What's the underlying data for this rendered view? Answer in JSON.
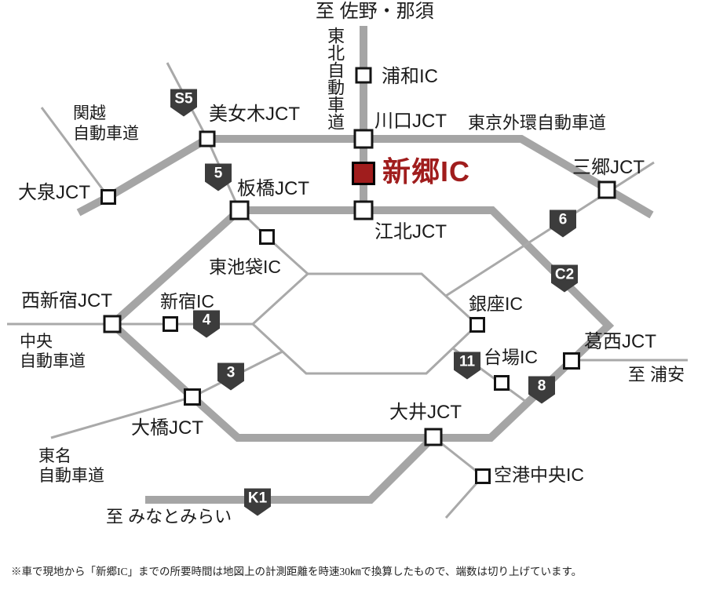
{
  "map": {
    "colors": {
      "accent_red": "#a01d1d",
      "road_gray": "#a5a5a5",
      "thin_line_gray": "#a9a9a9",
      "badge_dark": "#3c3c3c"
    },
    "labels": {
      "to_sano_nasu": "至 佐野・那須",
      "tohoku_expwy": "東北自動車道",
      "urawa_ic": "浦和IC",
      "kawaguchi_jct": "川口JCT",
      "gaikan_expwy": "東京外環自動車道",
      "bijogi_jct": "美女木JCT",
      "kanetsu_line1": "関越",
      "kanetsu_line2": "自動車道",
      "oizumi_jct": "大泉JCT",
      "shingo_ic": "新郷IC",
      "misato_jct": "三郷JCT",
      "itabashi_jct": "板橋JCT",
      "kohoku_jct": "江北JCT",
      "higashi_ikebukuro_ic": "東池袋IC",
      "nishi_shinjuku_jct": "西新宿JCT",
      "shinjuku_ic": "新宿IC",
      "chuo_line1": "中央",
      "chuo_line2": "自動車道",
      "ginza_ic": "銀座IC",
      "kasai_jct": "葛西JCT",
      "daiba_ic": "台場IC",
      "to_urayasu": "至 浦安",
      "ohashi_jct": "大橋JCT",
      "oi_jct": "大井JCT",
      "tomei_line1": "東名",
      "tomei_line2": "自動車道",
      "kuko_chuo_ic": "空港中央IC",
      "to_minatomirai": "至 みなとみらい"
    },
    "badges": {
      "s5": "S5",
      "r5": "5",
      "r6": "6",
      "c2": "C2",
      "r4": "4",
      "r3": "3",
      "r11": "11",
      "r8": "8",
      "k1": "K1"
    },
    "note": "※車で現地から「新郷IC」までの所要時間は地図上の計測距離を時速30㎞で換算したもので、端数は切り上げています。"
  }
}
